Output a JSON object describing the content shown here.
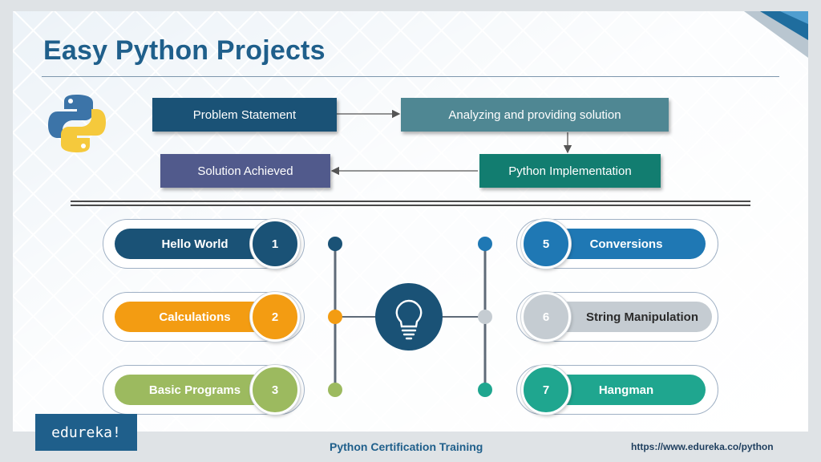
{
  "title": "Easy Python Projects",
  "flow": {
    "problem_statement": "Problem Statement",
    "analyzing": "Analyzing and providing solution",
    "python_implementation": "Python Implementation",
    "solution_achieved": "Solution Achieved"
  },
  "projects": [
    {
      "number": "1",
      "label": "Hello World",
      "color": "#1a5276"
    },
    {
      "number": "2",
      "label": "Calculations",
      "color": "#f39c12"
    },
    {
      "number": "3",
      "label": "Basic Programs",
      "color": "#9cba5f"
    },
    {
      "number": "5",
      "label": "Conversions",
      "color": "#1f78b4"
    },
    {
      "number": "6",
      "label": "String Manipulation",
      "color": "#c5ccd2"
    },
    {
      "number": "7",
      "label": "Hangman",
      "color": "#1fa68f"
    }
  ],
  "center_icon": "lightbulb-icon",
  "footer": {
    "brand": "edureka!",
    "course": "Python Certification Training",
    "url": "https://www.edureka.co/python"
  },
  "colors": {
    "title": "#1f5f8b",
    "problem_box": "#1a5276",
    "analyzing_box": "#4f8793",
    "implementation_box": "#127d70",
    "solution_box": "#515a8c"
  }
}
